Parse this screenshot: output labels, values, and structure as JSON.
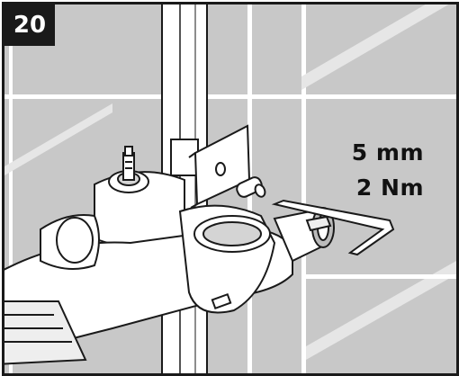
{
  "step": {
    "number": "20"
  },
  "spec": {
    "size": "5 mm",
    "torque": "2 Nm"
  },
  "colors": {
    "tile": "#c8c8c8",
    "grout": "#ffffff",
    "part": "#ffffff",
    "outline": "#1a1a1a",
    "shade": "#d4d4d4"
  },
  "icons": {
    "tool": "hex-key-icon",
    "fastener": "set-screw-icon"
  }
}
